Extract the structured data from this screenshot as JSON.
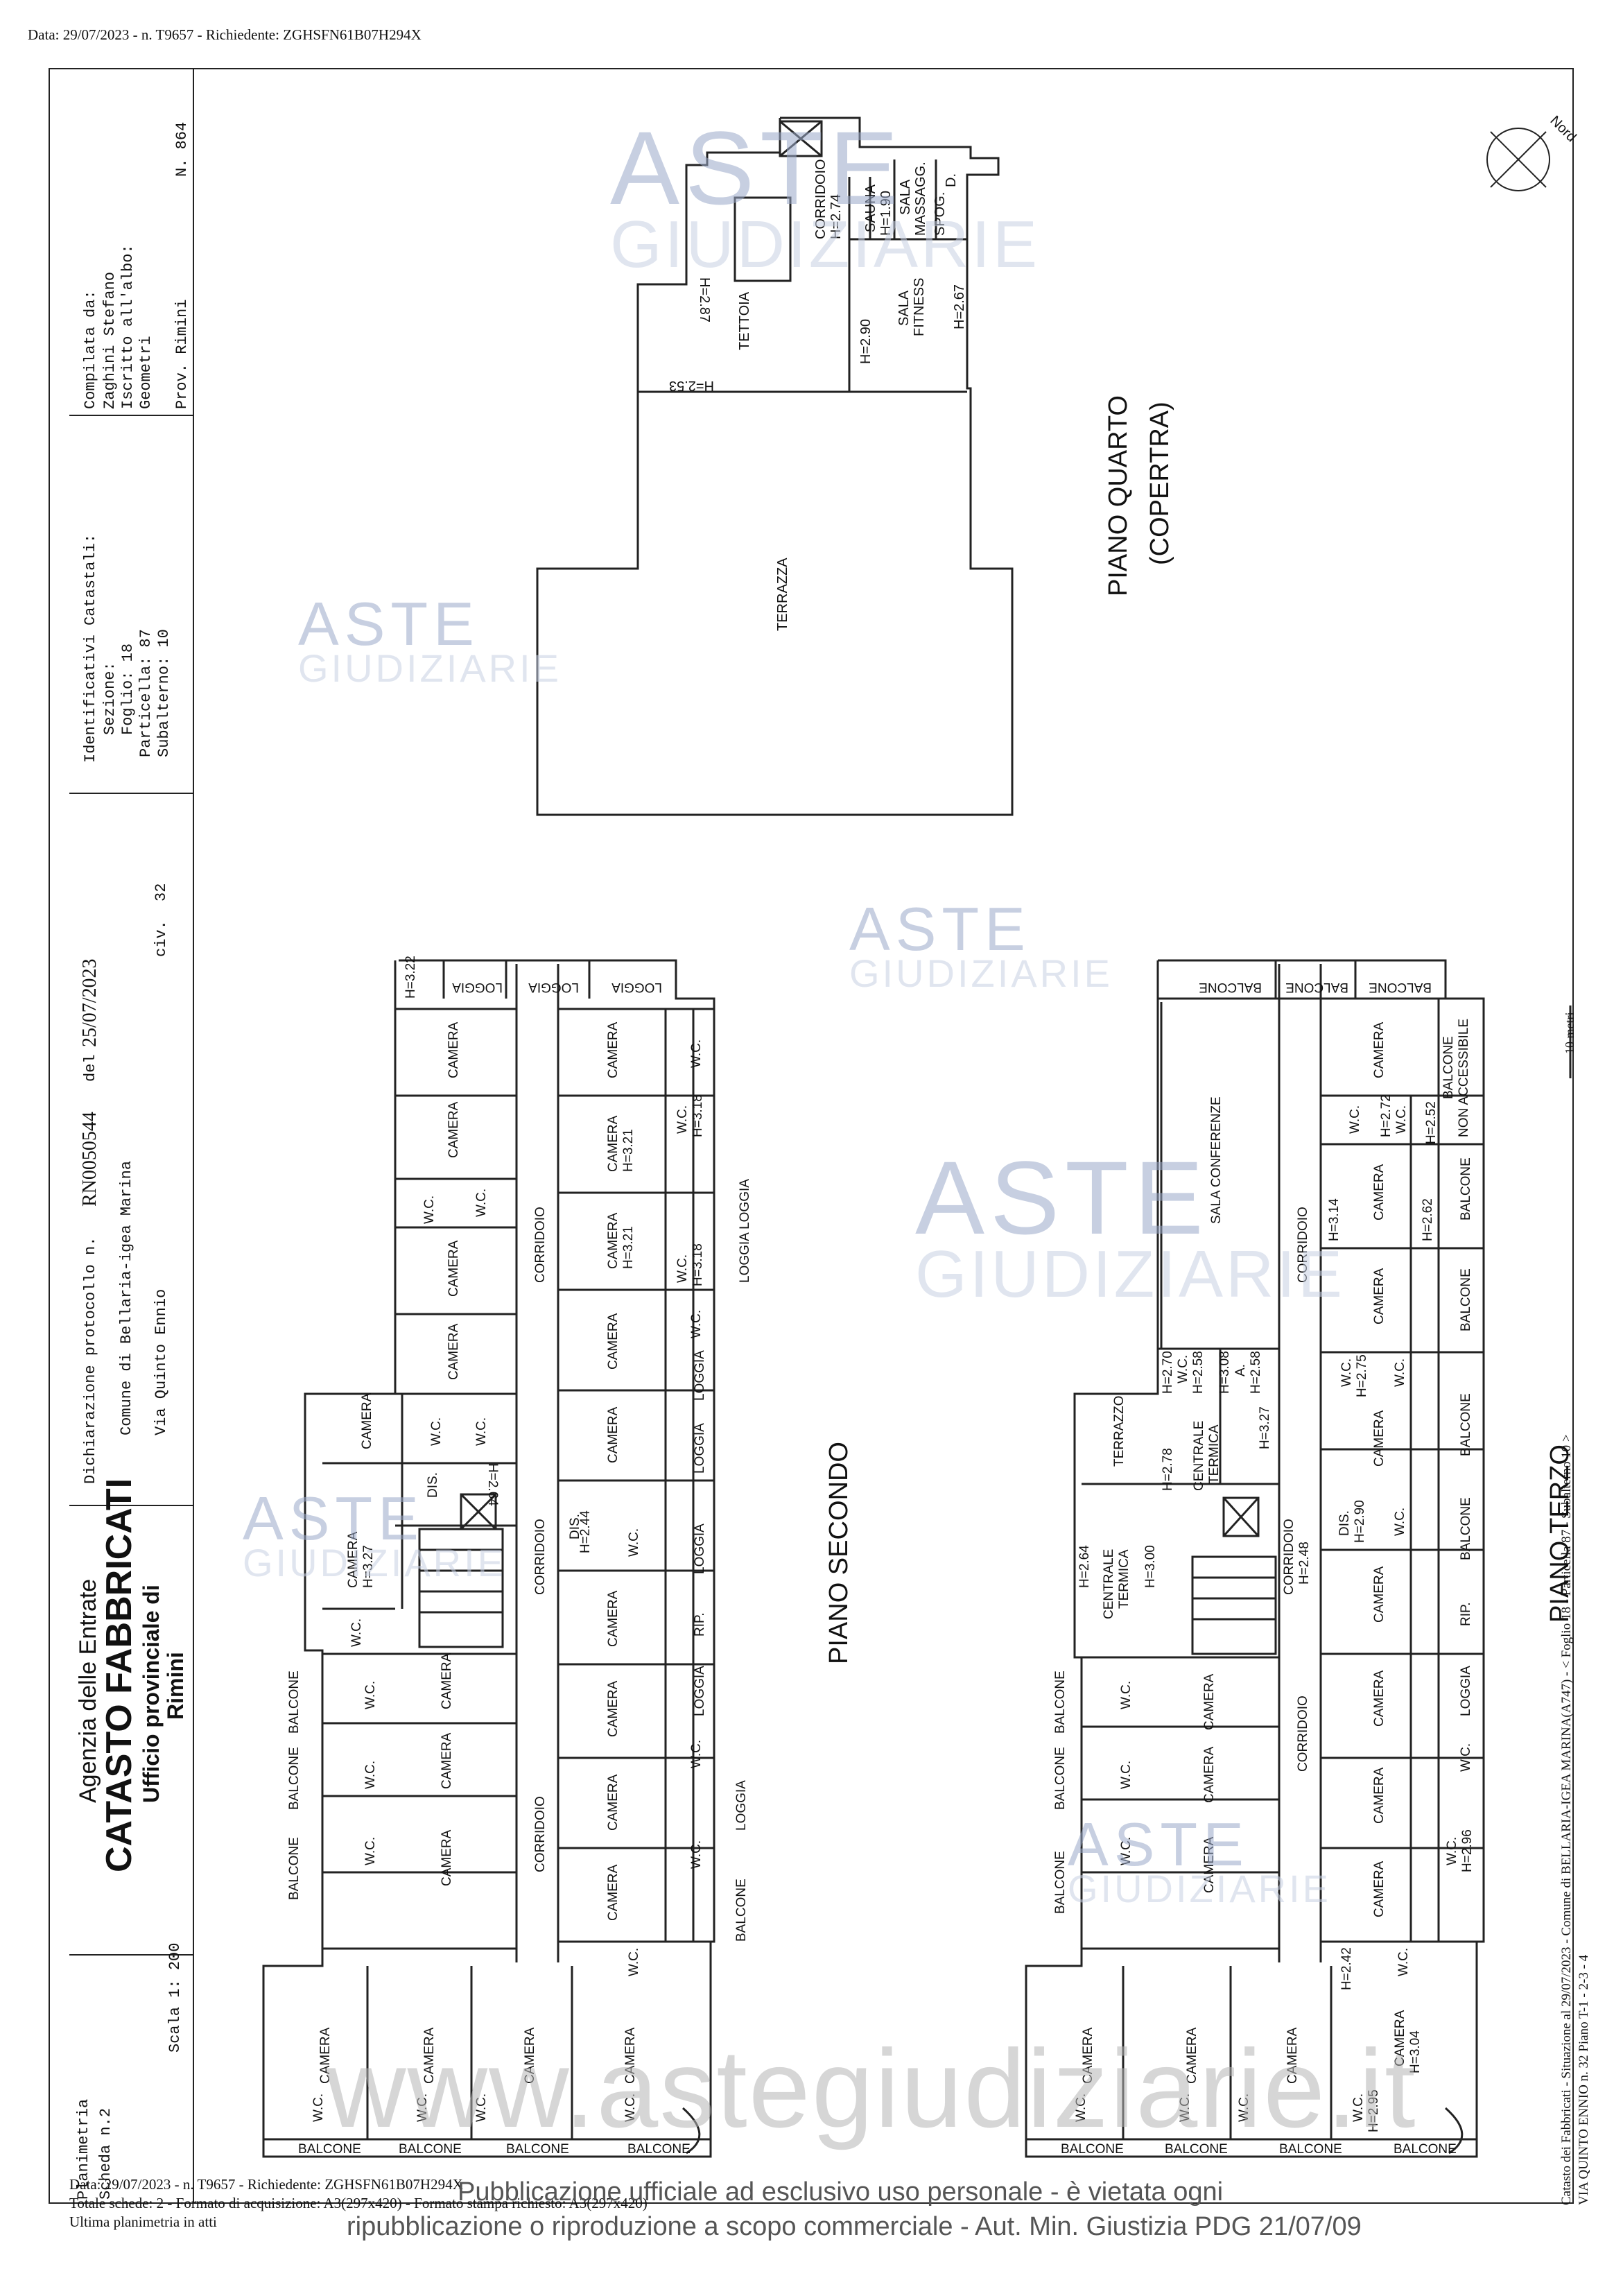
{
  "header": {
    "request_line": "Data: 29/07/2023 - n. T9657 - Richiedente: ZGHSFN61B07H294X"
  },
  "title_block": {
    "agency": "Agenzia delle Entrate",
    "service": "CATASTO FABBRICATI",
    "office": "Ufficio provinciale di",
    "province_name": "Rimini",
    "declaration_label": "Dichiarazione protocollo n.",
    "protocol_number": "RN0050544",
    "protocol_date_label": "del",
    "protocol_date": "25/07/2023",
    "comune": "Comune di Bellaria-igea Marina",
    "street": "Via Quinto Ennio",
    "civ_label": "civ.",
    "civ_number": "32",
    "cadastral_title": "Identificativi Catastali:",
    "sezione": "Sezione:",
    "foglio": "Foglio: 18",
    "particella": "Particella: 87",
    "subalterno": "Subalterno: 10",
    "compiled_by": "Compilata da:",
    "author": "Zaghini Stefano",
    "registered": "Iscritto all'albo:",
    "profession": "Geometri",
    "province": "Prov. Rimini",
    "number": "N. 864",
    "plan_type": "Planimetria",
    "sheet": "Scheda n.2",
    "scale": "Scala 1: 200"
  },
  "north_label": "Nord",
  "scale_bar_label": "10 metri",
  "floors": {
    "fourth": {
      "title": "PIANO QUARTO",
      "subtitle": "(COPERTRA)"
    },
    "second": {
      "title": "PIANO SECONDO"
    },
    "third": {
      "title": "PIANO TERZO"
    }
  },
  "fourth_floor_rooms": {
    "corridoio": "CORRIDOIO",
    "corridoio_h": "H=2.74",
    "sauna": "SAUNA",
    "sauna_h": "H=1.90",
    "sala": "SALA",
    "massagg": "MASSAGG.",
    "spog": "SPOG.",
    "d": "D.",
    "sala_fitness": "SALA",
    "fitness": "FITNESS",
    "h290": "H=2.90",
    "h267": "H=2.67",
    "h287": "H=2.87",
    "tettoia": "TETTOIA",
    "h253": "H=2.53",
    "terrazza": "TERRAZZA"
  },
  "room_labels": {
    "camera": "CAMERA",
    "wc": "W.C.",
    "loggia": "LOGGIA",
    "balcone": "BALCONE",
    "corridoio": "CORRIDOIO",
    "dis": "DIS.",
    "rip": "RIP.",
    "terrazzo": "TERRAZZO",
    "centrale": "CENTRALE",
    "termica": "TERMICA",
    "sala_conferenze": "SALA CONFERENZE",
    "balcone_non": "BALCONE",
    "non_accessibile": "NON ACCESSIBILE",
    "loggia_loggia": "LOGGIA LOGGIA",
    "a": "A."
  },
  "heights": {
    "h322": "H=3.22",
    "h318": "H=3.18",
    "h321": "H=3.21",
    "h264": "H=2.64",
    "h244": "H=2.44",
    "h327": "H=3.27",
    "h272": "H=2.72",
    "h252": "H=2.52",
    "h262": "H=2.62",
    "h314": "H=3.14",
    "h270": "H=2.70",
    "h258": "H=2.58",
    "h308": "H=3.08",
    "h278": "H=2.78",
    "h275": "H=2.75",
    "h264b": "H=2.64",
    "h300": "H=3.00",
    "h248": "H=2.48",
    "h290": "H=2.90",
    "h296": "H=2.96",
    "h242": "H=2.42",
    "h304": "H=3.04",
    "h295": "H=2.95"
  },
  "side_footer": {
    "line1": "Catasto dei Fabbricati - Situazione al 29/07/2023 - Comune di BELLARIA-IGEA MARINA(A747) - < Foglio 18 - Particella 87 - Subalterno 10 >",
    "line2": "VIA QUINTO ENNIO n. 32 Piano T-1 - 2-3 - 4"
  },
  "bottom_footer": {
    "line1": "Data: 29/07/2023 - n. T9657 - Richiedente: ZGHSFN61B07H294X",
    "line2": "Totale schede: 2 - Formato di acquisizione: A3(297x420) - Formato stampa richiesto: A3(297x420)",
    "line3": "Ultima planimetria in atti"
  },
  "watermark": {
    "brand_top": "ASTE",
    "brand_bottom": "GIUDIZIARIE",
    "url": "www.astegiudiziarie.it",
    "notice_line1": "Pubblicazione ufficiale ad esclusivo uso personale - è vietata ogni",
    "notice_line2": "ripubblicazione o riproduzione a scopo commerciale - Aut. Min. Giustizia PDG 21/07/09"
  },
  "colors": {
    "line": "#222222",
    "watermark_blue": "#9aa9c9",
    "gavel": "#e6c9a0"
  }
}
